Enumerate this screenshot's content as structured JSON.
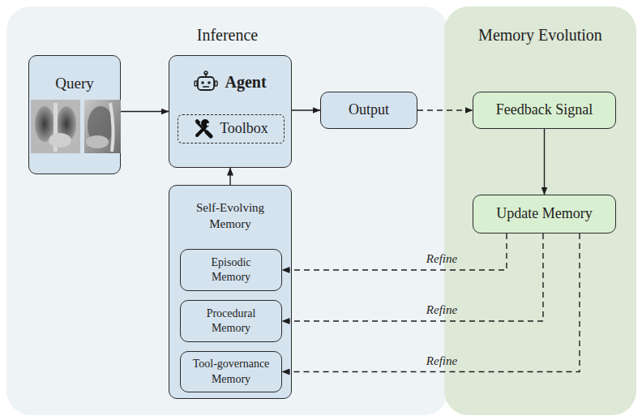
{
  "diagram": {
    "nodes": [
      {
        "text": [
          "Inference"
        ]
      },
      {
        "text": [
          "Memory Evolution"
        ]
      },
      {
        "text": [
          "Query"
        ],
        "in": 0
      },
      {
        "text": [
          "Agent"
        ],
        "in": 0
      },
      {
        "text": [
          "Toolbox"
        ],
        "in": 3
      },
      {
        "text": [
          "Output"
        ],
        "in": 0
      },
      {
        "text": [
          "Self-Evolving Memory"
        ],
        "in": 0
      },
      {
        "text": [
          "Episodic Memory"
        ],
        "in": 6
      },
      {
        "text": [
          "Procedural Memory"
        ],
        "in": 6
      },
      {
        "text": [
          "Tool-governance Memory"
        ],
        "in": 6
      },
      {
        "text": [
          "Feedback Signal"
        ],
        "in": 1
      },
      {
        "text": [
          "Update Memory"
        ],
        "in": 1
      }
    ],
    "edges": [
      {
        "from": 2,
        "to": 3,
        "arrow": "to"
      },
      {
        "from": 3,
        "to": 5,
        "arrow": "to"
      },
      {
        "from": 5,
        "to": 10,
        "arrow": "to"
      },
      {
        "from": 10,
        "to": 11,
        "arrow": "to"
      },
      {
        "from": 6,
        "to": 3,
        "arrow": "to"
      },
      {
        "from": 11,
        "to": 7,
        "arrow": "to",
        "label": "Refine"
      },
      {
        "from": 11,
        "to": 8,
        "arrow": "to",
        "label": "Refine"
      },
      {
        "from": 11,
        "to": 9,
        "arrow": "to",
        "label": "Refine"
      }
    ]
  }
}
